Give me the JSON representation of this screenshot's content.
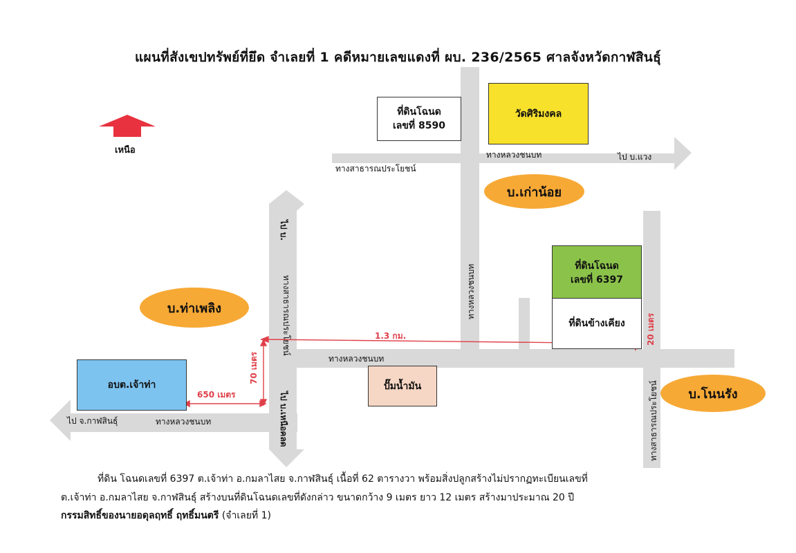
{
  "title": "แผนที่สังเขปทรัพย์ที่ยึด  จำเลยที่ 1  คดีหมายเลขแดงที่  ผบ. 236/2565  ศาลจังหวัดกาฬสินธุ์",
  "north_label": "เหนือ",
  "parcels": {
    "land_8590": "ที่ดินโฉนด\nเลขที่ 8590",
    "wat": "วัดศิริมงคล",
    "land_6397": "ที่ดินโฉนด\nเลขที่ 6397",
    "adjacent": "ที่ดินข้างเคียง",
    "obt": "อบต.เจ้าท่า",
    "gas": "ปั๊มน้ำมัน"
  },
  "villages": {
    "kao_noi": "บ.เก่าน้อย",
    "tha_phloeng": "บ.ท่าเพลิง",
    "non_rang": "บ.โนนรัง"
  },
  "roads": {
    "public_top": "ทางสาธารณประโยชน์",
    "rural_top": "ทางหลวงชนบท",
    "to_waeng": "ไป บ.แวง",
    "rural_vertical": "ทางหลวงชนบท",
    "to_north": "ไป บ.",
    "public_left_vertical": "ทางสาธารณประโยชน์",
    "rural_middle": "ทางหลวงชนบท",
    "public_right_vertical": "ทางสาธารณประโยชน์",
    "to_nuea_khot": "ไป บ.เหนือคลด",
    "to_kalasin": "ไป จ.กาฬสินธุ์",
    "rural_bottom": "ทางหลวงชนบท"
  },
  "distances": {
    "d_1_3km": "1.3 กม.",
    "d_650m": "650 เมตร",
    "d_70m": "70 เมตร",
    "d_20m": "20 เมตร"
  },
  "colors": {
    "road": "#d9d9d9",
    "yellow": "#f7e12b",
    "green": "#8bc34a",
    "blue": "#7dc3ef",
    "peach": "#f6d6c4",
    "orange": "#f7a936",
    "red": "#e0404a"
  },
  "description": {
    "line1": "ที่ดิน โฉนดเลขที่  6397  ต.เจ้าท่า  อ.กมลาไสย  จ.กาฬสินธุ์  เนื้อที่   62 ตารางวา  พร้อมสิ่งปลูกสร้างไม่ปรากฏทะเบียนเลขที่",
    "line2": "ต.เจ้าท่า  อ.กมลาไสย  จ.กาฬสินธุ์     สร้างบนที่ดินโฉนดเลขที่ดังกล่าว ขนาดกว้าง 9 เมตร  ยาว 12 เมตร  สร้างมาประมาณ  20  ปี",
    "line3_bold": "กรรมสิทธิ์ของนายอดุลฤทธิ์ ฤทธิ์มนตรี",
    "line3_rest": "  (จำเลยที่ 1)"
  }
}
